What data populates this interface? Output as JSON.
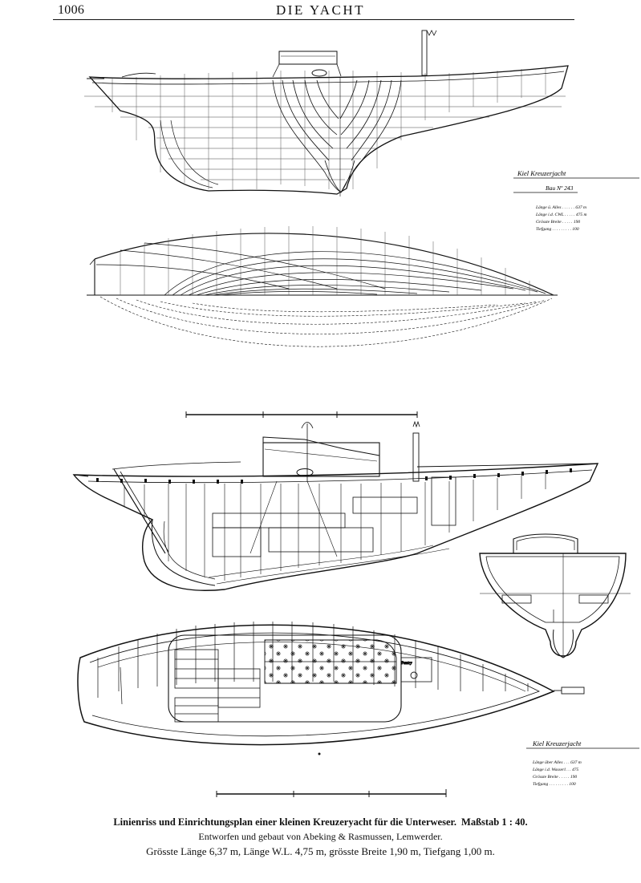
{
  "header": {
    "page_number": "1006",
    "journal_title": "DIE YACHT"
  },
  "title_block_upper": {
    "title": "Kiel Kreuzerjacht",
    "build_number": "Bau Nº 243",
    "rows": [
      "Länge ü. Alles . . . . . . 637 m",
      "Länge i.d. CWL . . . . . 475 m",
      "Grösste Breite . . . . . 190",
      "Tiefgang . . . . . . . . . 100"
    ]
  },
  "title_block_lower": {
    "title": "Kiel Kreuzerjacht",
    "rows": [
      "Länge über Alles . . . 637 m",
      "Länge i.d. Wasserl. . . 475",
      "Grösste Breite . . . . . 190",
      "Tiefgang . . . . . . . . . 100"
    ]
  },
  "plan_labels": {
    "pantry": "Pantry"
  },
  "caption": {
    "main": "Linienriss und Einrichtungsplan einer kleinen Kreuzeryacht für die Unterweser.",
    "scale": "Maßstab 1 : 40.",
    "credit": "Entworfen und gebaut von Abeking & Rasmussen, Lemwerder.",
    "dimensions": "Grösste Länge 6,37 m, Länge W.L. 4,75 m, grösste Breite 1,90 m, Tiefgang 1,00 m."
  },
  "colors": {
    "ink": "#111111",
    "paper": "#ffffff"
  }
}
